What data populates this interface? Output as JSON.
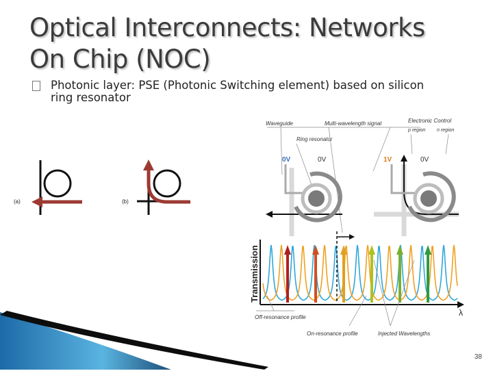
{
  "slide": {
    "title_line1": "Optical Interconnects: Networks",
    "title_line2": "On Chip (NOC)",
    "bullet_icon": "square-bullet-icon",
    "bullet_text": "Photonic layer: PSE (Photonic Switching element)  based on silicon ring resonator",
    "slide_number": "38"
  },
  "figure_left": {
    "label_a": "(a)",
    "label_b": "(b)"
  },
  "figure_right": {
    "labels": {
      "waveguide": "Waveguide",
      "multi_wavelength": "Multi-wavelength signal",
      "electronic_control": "Electronic Control",
      "region_p": "p region",
      "region_n": "n region",
      "ring_resonator": "Ring resonator",
      "v_left_left": "0V",
      "v_left_right": "0V",
      "v_right_left": "1V",
      "v_right_right": "0V",
      "transmission": "Transmission",
      "lambda": "λ",
      "off_resonance": "Off-resonance profile",
      "on_resonance": "On-resonance profile",
      "injected": "Injected Wavelengths"
    },
    "colors": {
      "waveguide_gray": "#cfcfcf",
      "ring_gray": "#8a8a8a",
      "voltage_blue": "#3b6fc0",
      "voltage_orange": "#e07b20",
      "off_profile": "#2ea7d8",
      "on_profile": "#f0a020"
    },
    "wavelength_arrow_colors": [
      "#b02020",
      "#d05020",
      "#e0a020",
      "#b0c020",
      "#7ab030",
      "#2f9a40"
    ]
  }
}
